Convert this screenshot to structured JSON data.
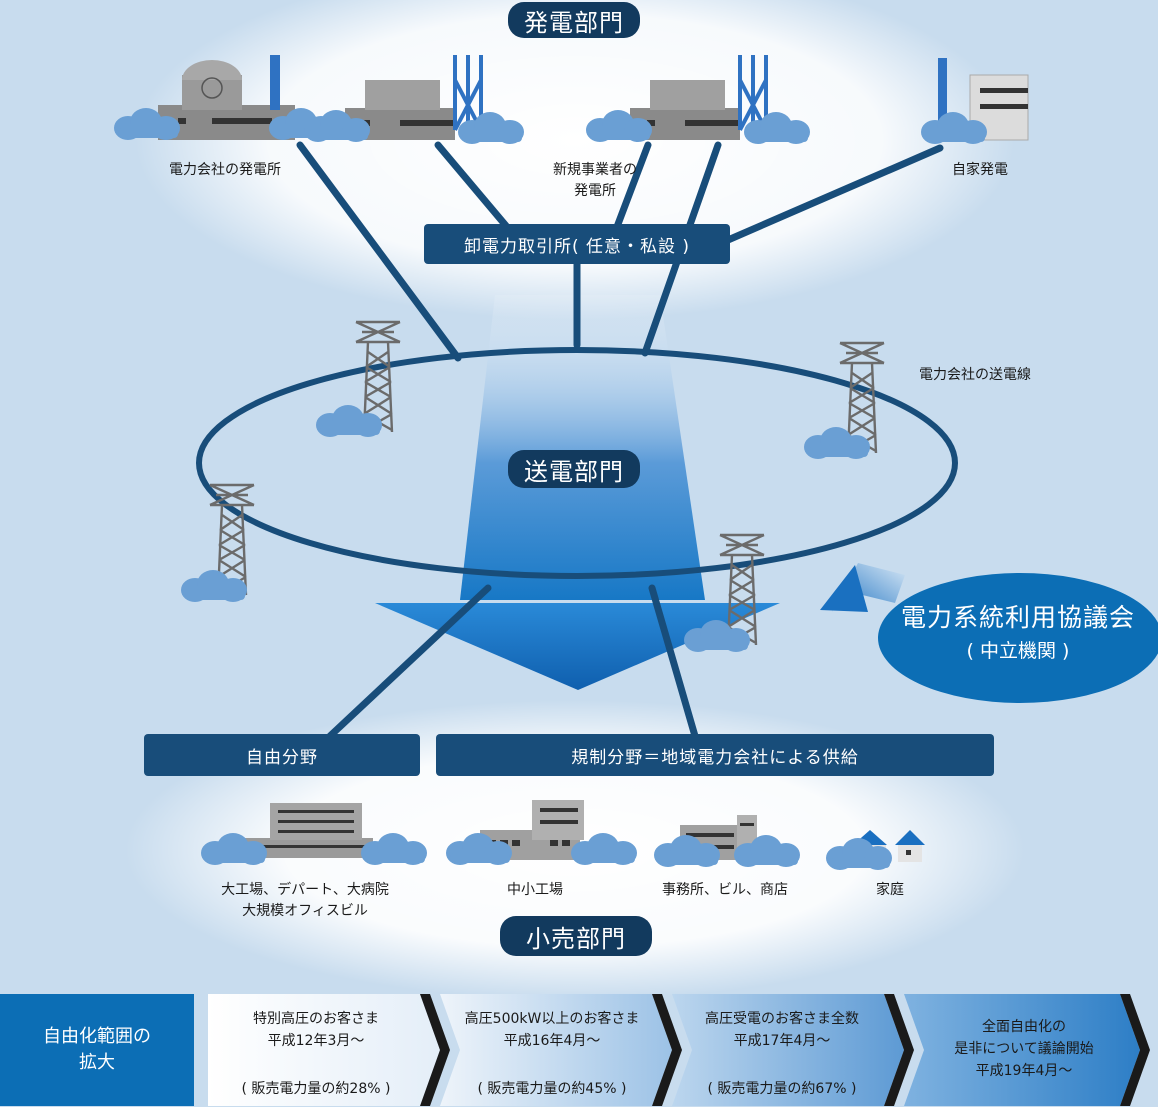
{
  "sections": {
    "generation": "発電部門",
    "transmission": "送電部門",
    "retail": "小売部門"
  },
  "exchange": "卸電力取引所( 任意・私設 )",
  "plants": {
    "utility": "電力会社の発電所",
    "new_line1": "新規事業者の",
    "new_line2": "発電所",
    "self": "自家発電"
  },
  "grid_label": "電力会社の送電線",
  "council": {
    "line1": "電力系統利用協議会",
    "line2": "( 中立機関 )"
  },
  "markets": {
    "free": "自由分野",
    "regulated": "規制分野＝地域電力会社による供給"
  },
  "customers": {
    "large_line1": "大工場、デパート、大病院",
    "large_line2": "大規模オフィスビル",
    "small_factory": "中小工場",
    "office": "事務所、ビル、商店",
    "home": "家庭"
  },
  "liberalization": {
    "title_line1": "自由化範囲の",
    "title_line2": "拡大",
    "stages": [
      {
        "line1": "特別高圧のお客さま",
        "line2": "平成12年3月～",
        "line3": "( 販売電力量の約28% )"
      },
      {
        "line1": "高圧500kW以上のお客さま",
        "line2": "平成16年4月～",
        "line3": "( 販売電力量の約45% )"
      },
      {
        "line1": "高圧受電のお客さま全数",
        "line2": "平成17年4月～",
        "line3": "( 販売電力量の約67% )"
      },
      {
        "line1": "全面自由化の",
        "line2": "是非について議論開始",
        "line3": "平成19年4月～"
      }
    ]
  },
  "colors": {
    "dark_navy": "#123a5e",
    "bar_blue": "#184d7a",
    "accent_blue": "#0c6eb5",
    "cloud": "#6a9fd4"
  }
}
